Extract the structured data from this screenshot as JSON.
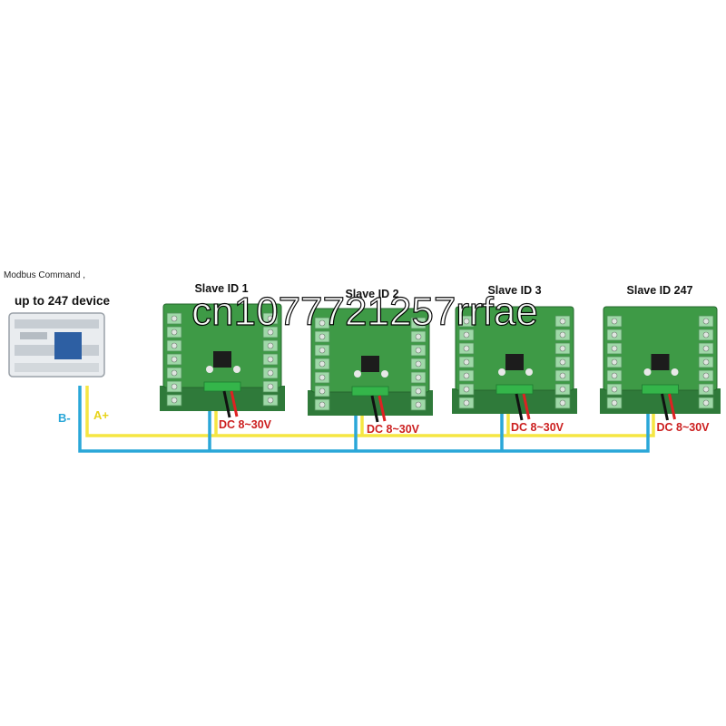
{
  "master": {
    "command_label": "Modbus Command ,",
    "capacity_label": "up to 247 device"
  },
  "bus": {
    "b_label": "B-",
    "a_label": "A+"
  },
  "slaves": [
    {
      "id_label": "Slave ID 1",
      "power_label": "DC 8~30V"
    },
    {
      "id_label": "Slave ID 2",
      "power_label": "DC 8~30V"
    },
    {
      "id_label": "Slave ID 3",
      "power_label": "DC 8~30V"
    },
    {
      "id_label": "Slave ID 247",
      "power_label": "DC 8~30V"
    }
  ],
  "watermark": "cn1077721257rrfae",
  "colors": {
    "wire_a": "#f5e642",
    "wire_b": "#2aa7d8",
    "board_green": "#3e9a46",
    "terminal_green": "#9fd8a8",
    "power_label": "#cc1f1f",
    "id_label": "#111111",
    "b_label": "#2aa7d8",
    "a_label": "#e8d31a"
  }
}
